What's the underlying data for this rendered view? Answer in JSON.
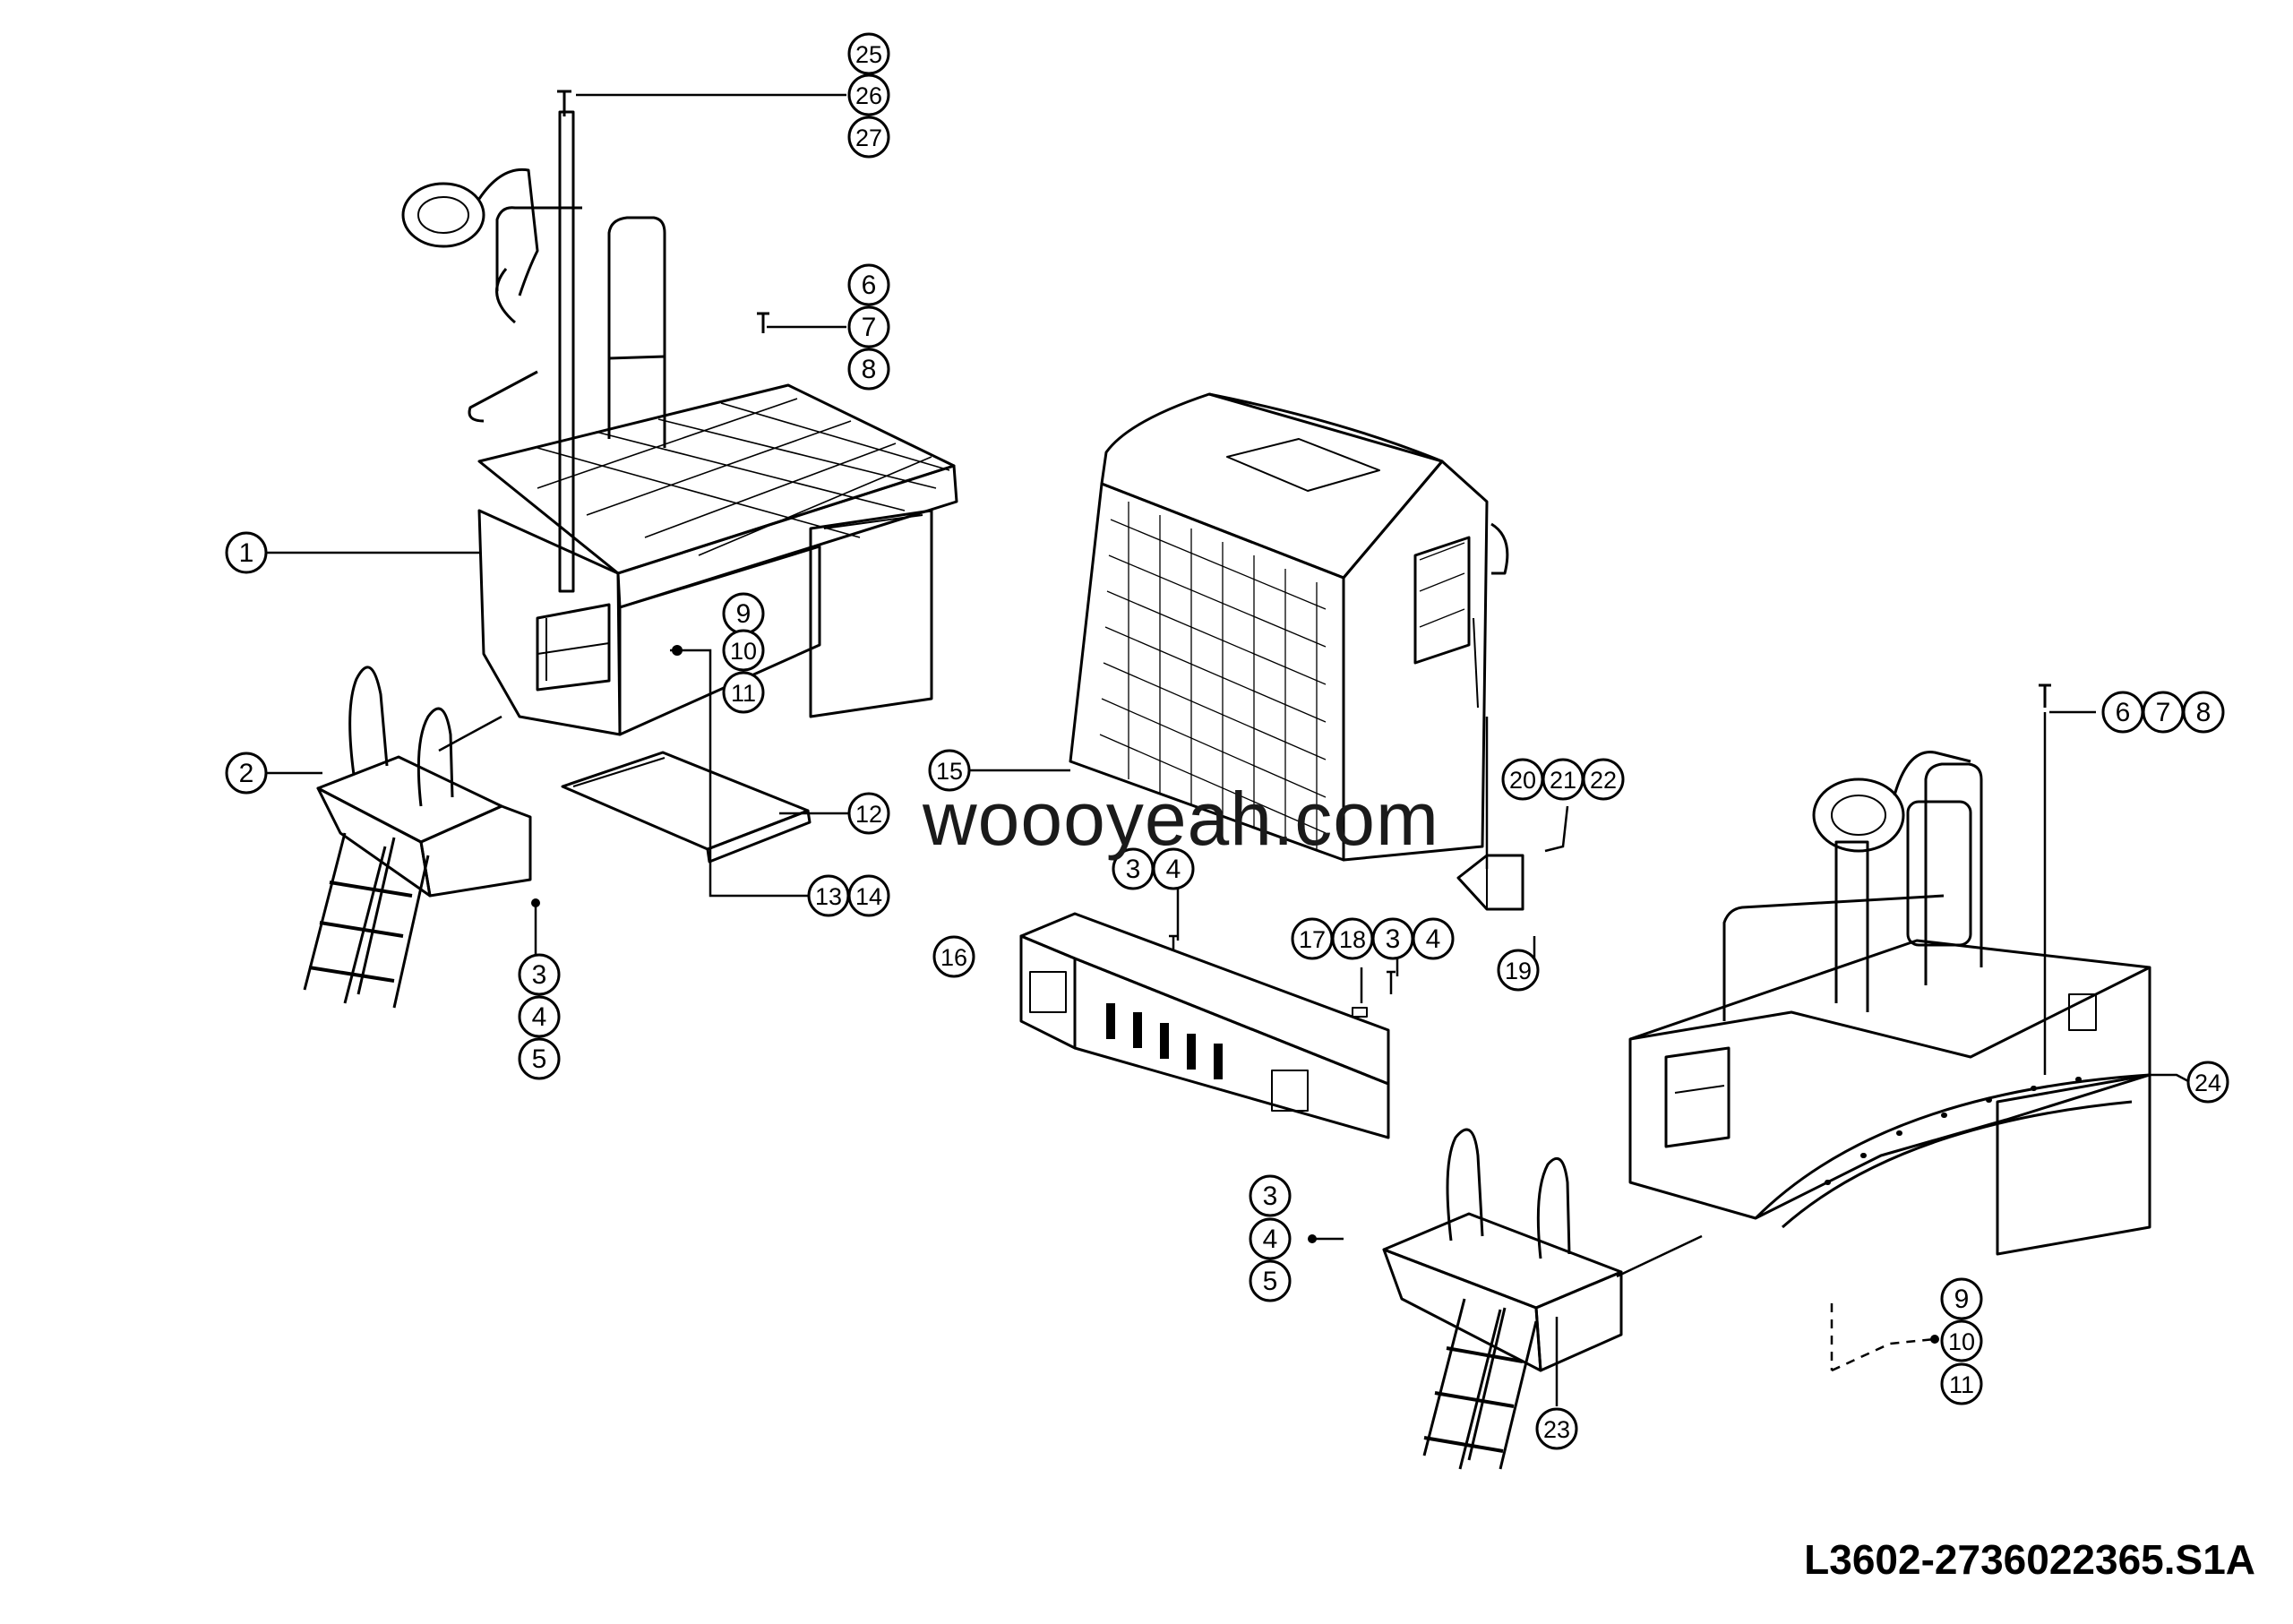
{
  "watermark": "woooyeah.com",
  "drawing_number": "L3602-2736022365.S1A",
  "callouts": [
    {
      "id": "c25",
      "label": "25"
    },
    {
      "id": "c26",
      "label": "26"
    },
    {
      "id": "c27",
      "label": "27"
    },
    {
      "id": "c6a",
      "label": "6"
    },
    {
      "id": "c7a",
      "label": "7"
    },
    {
      "id": "c8a",
      "label": "8"
    },
    {
      "id": "c1",
      "label": "1"
    },
    {
      "id": "c9a",
      "label": "9"
    },
    {
      "id": "c10a",
      "label": "10"
    },
    {
      "id": "c11a",
      "label": "11"
    },
    {
      "id": "c2",
      "label": "2"
    },
    {
      "id": "c12",
      "label": "12"
    },
    {
      "id": "c13",
      "label": "13"
    },
    {
      "id": "c14",
      "label": "14"
    },
    {
      "id": "c3a",
      "label": "3"
    },
    {
      "id": "c4a",
      "label": "4"
    },
    {
      "id": "c5a",
      "label": "5"
    },
    {
      "id": "c15",
      "label": "15"
    },
    {
      "id": "c3b",
      "label": "3"
    },
    {
      "id": "c4b",
      "label": "4"
    },
    {
      "id": "c16",
      "label": "16"
    },
    {
      "id": "c17",
      "label": "17"
    },
    {
      "id": "c18",
      "label": "18"
    },
    {
      "id": "c3c",
      "label": "3"
    },
    {
      "id": "c4c",
      "label": "4"
    },
    {
      "id": "c20",
      "label": "20"
    },
    {
      "id": "c21",
      "label": "21"
    },
    {
      "id": "c22",
      "label": "22"
    },
    {
      "id": "c19",
      "label": "19"
    },
    {
      "id": "c6b",
      "label": "6"
    },
    {
      "id": "c7b",
      "label": "7"
    },
    {
      "id": "c8b",
      "label": "8"
    },
    {
      "id": "c24",
      "label": "24"
    },
    {
      "id": "c3d",
      "label": "3"
    },
    {
      "id": "c4d",
      "label": "4"
    },
    {
      "id": "c5d",
      "label": "5"
    },
    {
      "id": "c9b",
      "label": "9"
    },
    {
      "id": "c10b",
      "label": "10"
    },
    {
      "id": "c11b",
      "label": "11"
    },
    {
      "id": "c23",
      "label": "23"
    }
  ]
}
